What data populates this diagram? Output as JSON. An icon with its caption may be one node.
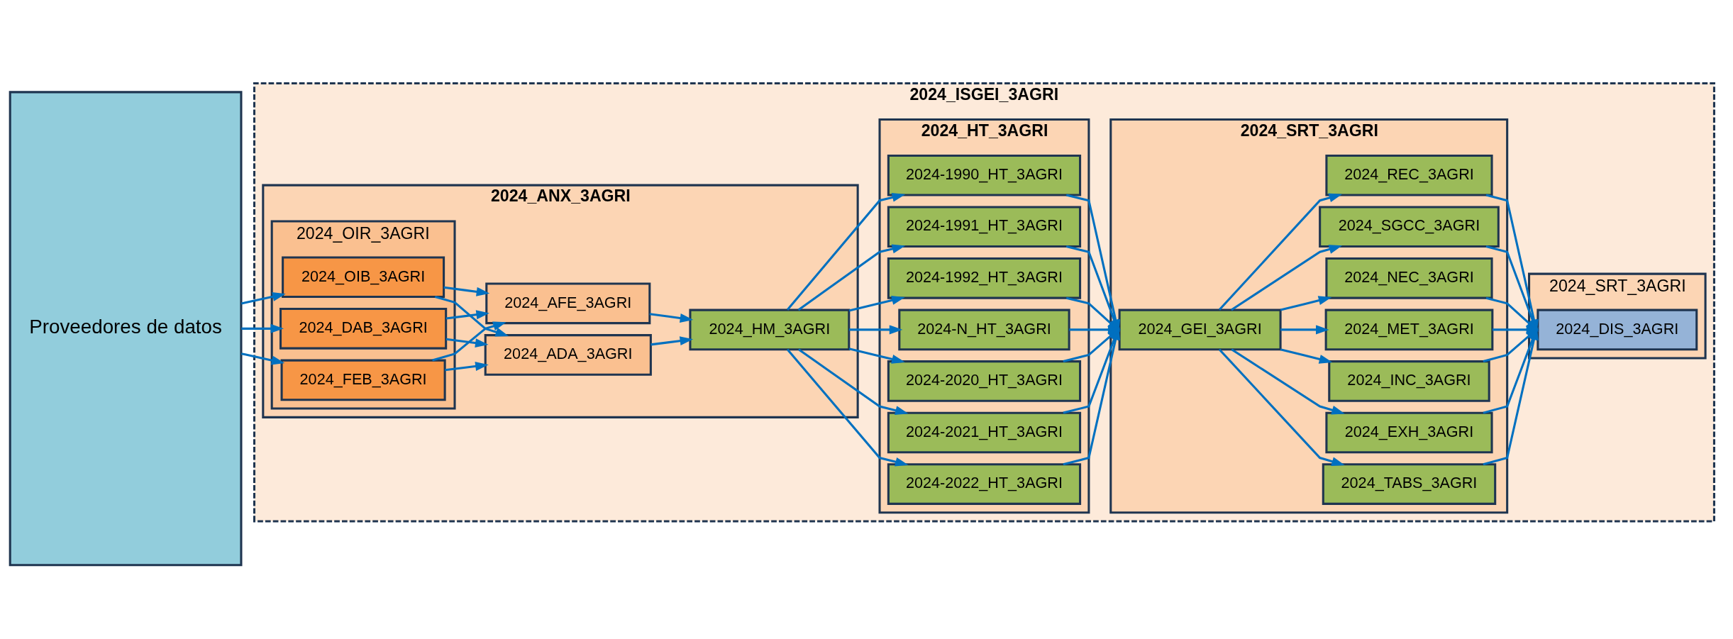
{
  "diagram": {
    "nodes": [
      {
        "text": [
          "Proveedores de datos"
        ]
      },
      {
        "text": [
          "2024_ISGEI_3AGRI"
        ]
      },
      {
        "text": [
          "2024_ANX_3AGRI"
        ],
        "in": 1
      },
      {
        "text": [
          "2024_OIR_3AGRI"
        ],
        "in": 2
      },
      {
        "text": [
          "2024_DAB_3AGRI"
        ],
        "in": 3
      },
      {
        "text": [
          "2024_FEB_3AGRI"
        ],
        "in": 3
      },
      {
        "text": [
          "2024_OIB_3AGRI"
        ],
        "in": 3
      },
      {
        "text": [
          "2024_ADA_3AGRI"
        ],
        "in": 2
      },
      {
        "text": [
          "2024_AFE_3AGRI"
        ],
        "in": 2
      },
      {
        "text": [
          "2024_HM_3AGRI"
        ],
        "in": 2
      },
      {
        "text": [
          "2024_HT_3AGRI"
        ],
        "in": 1
      },
      {
        "text": [
          "2024-1990_HT_3AGRI"
        ],
        "in": 10
      },
      {
        "text": [
          "2024-1991_HT_3AGRI"
        ],
        "in": 10
      },
      {
        "text": [
          "2024-1992_HT_3AGRI"
        ],
        "in": 10
      },
      {
        "text": [
          "2024-N_HT_3AGRI"
        ],
        "in": 10
      },
      {
        "text": [
          "2024-2020_HT_3AGRI"
        ],
        "in": 10
      },
      {
        "text": [
          "2024-2021_HT_3AGRI"
        ],
        "in": 10
      },
      {
        "text": [
          "2024-2022_HT_3AGRI"
        ],
        "in": 10
      },
      {
        "text": [
          "2024_SRT_3AGRI"
        ],
        "in": 1
      },
      {
        "text": [
          "2024_GEI_3AGRI"
        ],
        "in": 18
      },
      {
        "text": [
          "2024_TABS_3AGRI"
        ],
        "in": 18
      },
      {
        "text": [
          "2024_EXH_3AGRI"
        ],
        "in": 18
      },
      {
        "text": [
          "2024_INC_3AGRI"
        ],
        "in": 18
      },
      {
        "text": [
          "2024_MET_3AGRI"
        ],
        "in": 18
      },
      {
        "text": [
          "2024_NEC_3AGRI"
        ],
        "in": 18
      },
      {
        "text": [
          "2024_SGCC_3AGRI"
        ],
        "in": 18
      },
      {
        "text": [
          "2024_REC_3AGRI"
        ],
        "in": 18
      },
      {
        "text": [
          "2024_SRT_3AGRI"
        ],
        "in": 1
      },
      {
        "text": [
          "2024_DIS_3AGRI"
        ],
        "in": 27
      }
    ],
    "edges": [
      {
        "from": 0,
        "to": 4,
        "arrow": "to"
      },
      {
        "from": 0,
        "to": 5,
        "arrow": "to"
      },
      {
        "from": 0,
        "to": 6,
        "arrow": "to"
      },
      {
        "from": 4,
        "to": 7,
        "arrow": "to"
      },
      {
        "from": 4,
        "to": 8,
        "arrow": "to"
      },
      {
        "from": 5,
        "to": 7,
        "arrow": "to"
      },
      {
        "from": 5,
        "to": 8,
        "arrow": "to"
      },
      {
        "from": 6,
        "to": 7,
        "arrow": "to"
      },
      {
        "from": 6,
        "to": 8,
        "arrow": "to"
      },
      {
        "from": 7,
        "to": 9,
        "arrow": "to"
      },
      {
        "from": 8,
        "to": 9,
        "arrow": "to"
      },
      {
        "from": 9,
        "to": 11,
        "arrow": "to"
      },
      {
        "from": 9,
        "to": 12,
        "arrow": "to"
      },
      {
        "from": 9,
        "to": 13,
        "arrow": "to"
      },
      {
        "from": 9,
        "to": 14,
        "arrow": "to"
      },
      {
        "from": 9,
        "to": 15,
        "arrow": "to"
      },
      {
        "from": 9,
        "to": 16,
        "arrow": "to"
      },
      {
        "from": 9,
        "to": 17,
        "arrow": "to"
      },
      {
        "from": 11,
        "to": 19,
        "arrow": "to"
      },
      {
        "from": 12,
        "to": 19,
        "arrow": "to"
      },
      {
        "from": 13,
        "to": 19,
        "arrow": "to"
      },
      {
        "from": 14,
        "to": 19,
        "arrow": "to"
      },
      {
        "from": 15,
        "to": 19,
        "arrow": "to"
      },
      {
        "from": 16,
        "to": 19,
        "arrow": "to"
      },
      {
        "from": 17,
        "to": 19,
        "arrow": "to"
      },
      {
        "from": 19,
        "to": 20,
        "arrow": "to"
      },
      {
        "from": 19,
        "to": 21,
        "arrow": "to"
      },
      {
        "from": 19,
        "to": 22,
        "arrow": "to"
      },
      {
        "from": 19,
        "to": 23,
        "arrow": "to"
      },
      {
        "from": 19,
        "to": 24,
        "arrow": "to"
      },
      {
        "from": 19,
        "to": 25,
        "arrow": "to"
      },
      {
        "from": 19,
        "to": 26,
        "arrow": "to"
      },
      {
        "from": 20,
        "to": 28,
        "arrow": "to"
      },
      {
        "from": 21,
        "to": 28,
        "arrow": "to"
      },
      {
        "from": 22,
        "to": 28,
        "arrow": "to"
      },
      {
        "from": 23,
        "to": 28,
        "arrow": "to"
      },
      {
        "from": 24,
        "to": 28,
        "arrow": "to"
      },
      {
        "from": 25,
        "to": 28,
        "arrow": "to"
      },
      {
        "from": 26,
        "to": 28,
        "arrow": "to"
      }
    ]
  }
}
